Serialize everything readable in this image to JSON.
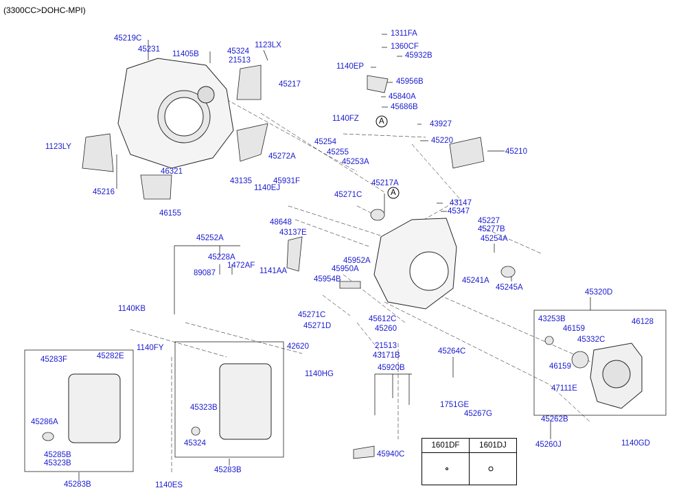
{
  "diagram_title": "(3300CC>DOHC-MPI)",
  "labels": {
    "l45219C": "45219C",
    "l45231": "45231",
    "l11405B": "11405B",
    "l45324a": "45324",
    "l21513a": "21513",
    "l1123LX": "1123LX",
    "l45217": "45217",
    "l1123LY": "1123LY",
    "l45216": "45216",
    "l46321": "46321",
    "l46155": "46155",
    "l1311FA": "1311FA",
    "l1360CF": "1360CF",
    "l45932B": "45932B",
    "l1140EP": "1140EP",
    "l45956B": "45956B",
    "l45840A": "45840A",
    "l45686B": "45686B",
    "lA1": "A",
    "l43927": "43927",
    "l45220": "45220",
    "l45210": "45210",
    "l1140FZ": "1140FZ",
    "l45254": "45254",
    "l45255": "45255",
    "l45253A": "45253A",
    "l45272A": "45272A",
    "l43135": "43135",
    "l45931F": "45931F",
    "l1140EJ": "1140EJ",
    "l48648": "48648",
    "l45217A": "45217A",
    "l45271Ca": "45271C",
    "lA2": "A",
    "l43147": "43147",
    "l45347": "45347",
    "l45227": "45227",
    "l45277B": "45277B",
    "l45254A": "45254A",
    "l45252A": "45252A",
    "l45228A": "45228A",
    "l1472AF": "1472AF",
    "l89087": "89087",
    "l43137E": "43137E",
    "l1141AA": "1141AA",
    "l45952A": "45952A",
    "l45950A": "45950A",
    "l45954B": "45954B",
    "l45241A": "45241A",
    "l45245A": "45245A",
    "l45320D": "45320D",
    "l1140KB": "1140KB",
    "l1140FY": "1140FY",
    "l45271Cb": "45271C",
    "l45271D": "45271D",
    "l45612C": "45612C",
    "l45260": "45260",
    "l42620": "42620",
    "l21513b": "21513",
    "l43171B": "43171B",
    "l1140HG": "1140HG",
    "l45920B": "45920B",
    "l45264C": "45264C",
    "l43253B": "43253B",
    "l46159a": "46159",
    "l46128": "46128",
    "l45332C": "45332C",
    "l46159b": "46159",
    "l47111E": "47111E",
    "l45283F": "45283F",
    "l45282E": "45282E",
    "l45286A": "45286A",
    "l45285B": "45285B",
    "l45323Ba": "45323B",
    "l45283Ba": "45283B",
    "l45323Bb": "45323B",
    "l45324b": "45324",
    "l45283Bb": "45283B",
    "l1751GE": "1751GE",
    "l45267G": "45267G",
    "l45262B": "45262B",
    "l45260J": "45260J",
    "l1140GD": "1140GD",
    "l1140ES": "1140ES",
    "l45940C": "45940C"
  },
  "table": {
    "col1": "1601DF",
    "col2": "1601DJ"
  }
}
